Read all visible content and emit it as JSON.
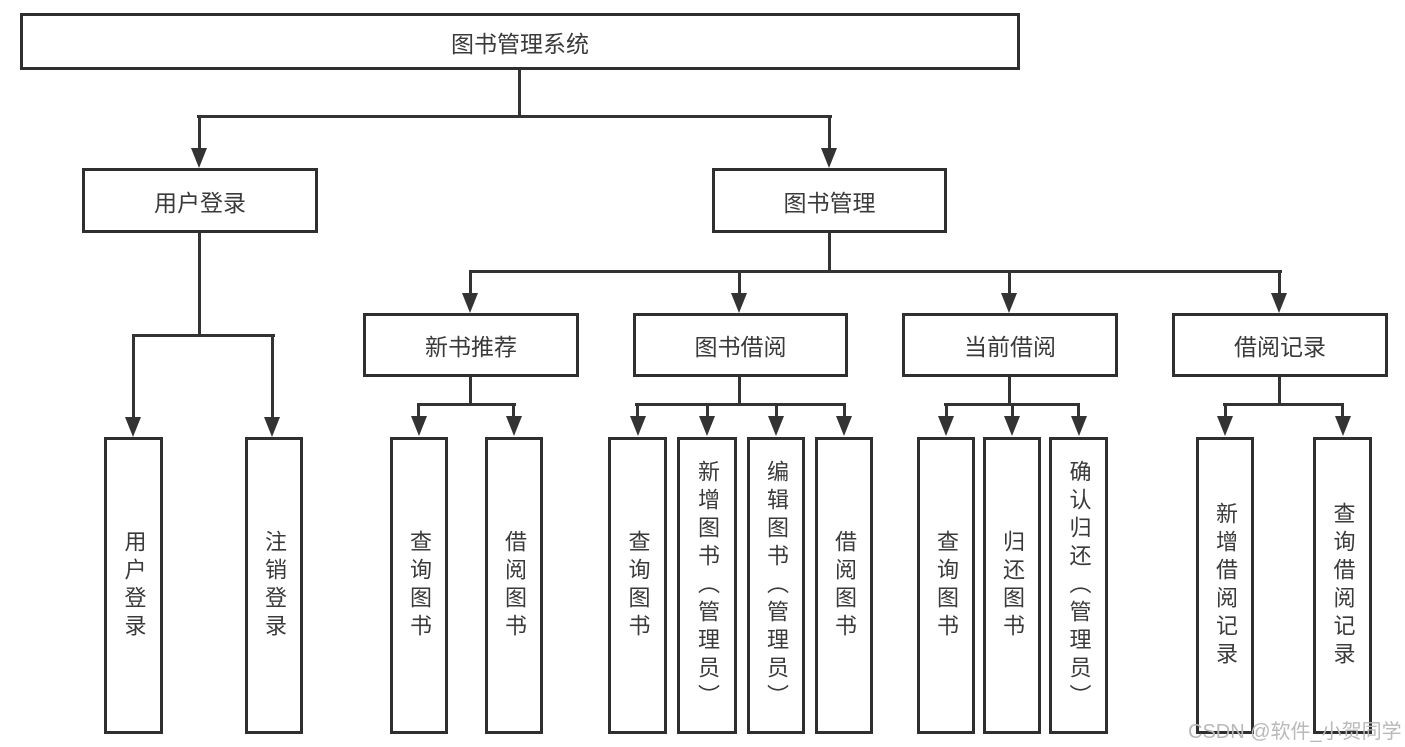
{
  "diagram": {
    "type": "hierarchy",
    "root": {
      "label": "图书管理系统"
    },
    "level2": [
      {
        "label": "用户登录"
      },
      {
        "label": "图书管理"
      }
    ],
    "level3": [
      {
        "label": "新书推荐"
      },
      {
        "label": "图书借阅"
      },
      {
        "label": "当前借阅"
      },
      {
        "label": "借阅记录"
      }
    ],
    "leaves": {
      "user_login": [
        "用户登录",
        "注销登录"
      ],
      "new_book_recommend": [
        "查询图书",
        "借阅图书"
      ],
      "book_borrowing": [
        "查询图书",
        "新增图书（管理员）",
        "编辑图书（管理员）",
        "借阅图书"
      ],
      "current_borrowing": [
        "查询图书",
        "归还图书",
        "确认归还（管理员）"
      ],
      "borrowing_records": [
        "新增借阅记录",
        "查询借阅记录"
      ]
    }
  },
  "watermark": {
    "text": "CSDN @软件_小贺同学"
  },
  "colors": {
    "line": "#333333",
    "border": "#2f2f2f",
    "text": "#3a3a3a",
    "background": "#ffffff",
    "watermark": "#b9b9b9"
  }
}
